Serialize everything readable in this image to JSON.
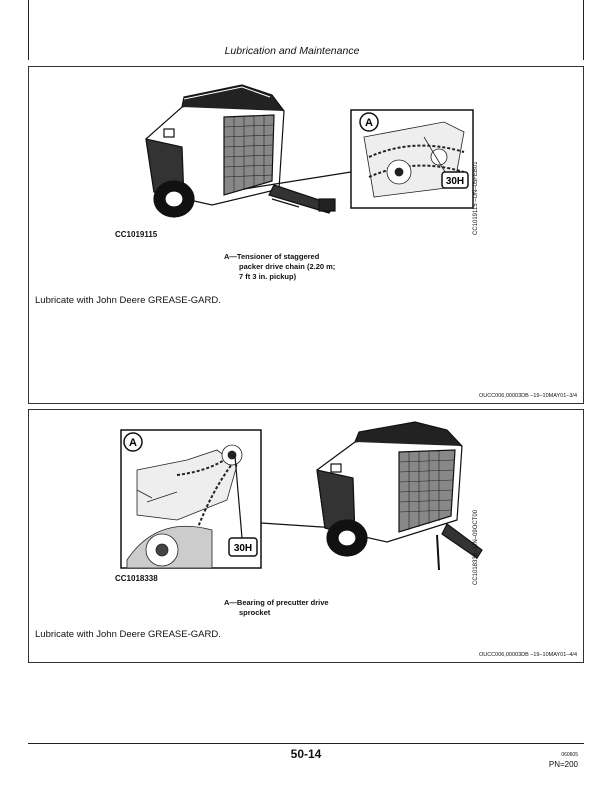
{
  "header": {
    "title": "Lubrication and Maintenance"
  },
  "section1": {
    "figure_code": "CC1019115",
    "side_code": "CC1019115 –UN–05FEB01",
    "callout_letter": "A",
    "hour_label": "30H",
    "caption_line1": "A—Tensioner of staggered",
    "caption_line2": "packer drive chain (2.20 m;",
    "caption_line3": "7 ft 3 in. pickup)",
    "body": "Lubricate with John Deere GREASE-GARD.",
    "ref": "OUCC006,00003DB   –19–10MAY01–3/4"
  },
  "section2": {
    "figure_code": "CC1018338",
    "side_code": "CC1018338 –UN–09OCT00",
    "callout_letter": "A",
    "hour_label": "30H",
    "caption_line1": "A—Bearing of precutter drive",
    "caption_line2": "sprocket",
    "body": "Lubricate with John Deere GREASE-GARD.",
    "ref": "OUCC006,00003DB   –19–10MAY01–4/4"
  },
  "footer": {
    "page_number": "50-14",
    "date_code": "060605",
    "pn": "PN=200"
  }
}
